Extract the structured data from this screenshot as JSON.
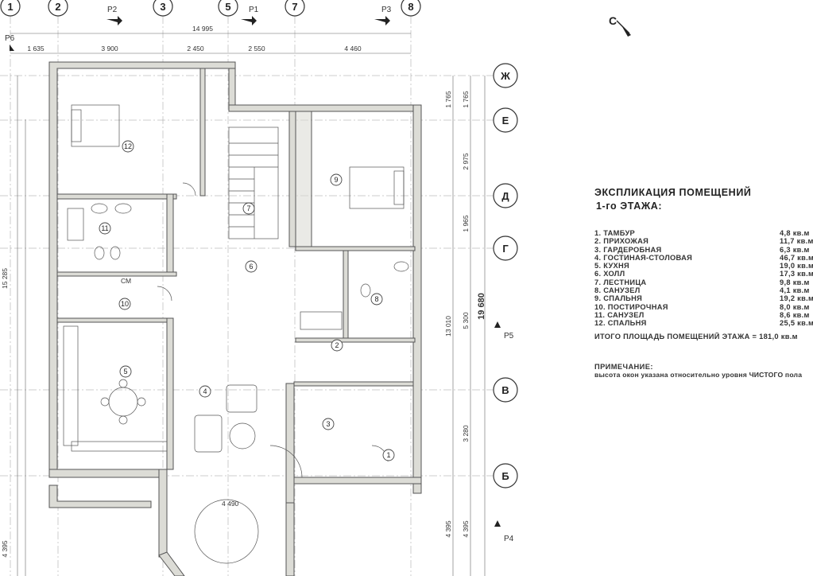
{
  "legend": {
    "title_line1": "ЭКСПЛИКАЦИЯ ПОМЕЩЕНИЙ",
    "title_line2": "1-го  ЭТАЖА:",
    "rooms": [
      {
        "label": "1. ТАМБУР",
        "area": "4,8 кв.м"
      },
      {
        "label": "2. ПРИХОЖАЯ",
        "area": "11,7 кв.м"
      },
      {
        "label": "3. ГАРДЕРОБНАЯ",
        "area": "6,3 кв.м"
      },
      {
        "label": "4. ГОСТИНАЯ-СТОЛОВАЯ",
        "area": "46,7 кв.м"
      },
      {
        "label": "5. КУХНЯ",
        "area": "19,0 кв.м"
      },
      {
        "label": "6. ХОЛЛ",
        "area": "17,3 кв.м"
      },
      {
        "label": "7. ЛЕСТНИЦА",
        "area": "9,8 кв.м"
      },
      {
        "label": "8. САНУЗЕЛ",
        "area": "4,1 кв.м"
      },
      {
        "label": "9. СПАЛЬНЯ",
        "area": "19,2 кв.м"
      },
      {
        "label": "10. ПОСТИРОЧНАЯ",
        "area": "8,0 кв.м"
      },
      {
        "label": "11. САНУЗЕЛ",
        "area": "8,6 кв.м"
      },
      {
        "label": "12. СПАЛЬНЯ",
        "area": "25,5 кв.м"
      }
    ],
    "total": "ИТОГО ПЛОЩАДЬ ПОМЕЩЕНИЙ ЭТАЖА = 181,0 кв.м",
    "note_title": "ПРИМЕЧАНИЕ:",
    "note_text": "высота окон указана относительно уровня ЧИСТОГО пола"
  },
  "north_label": "С",
  "axes_top": [
    "1",
    "2",
    "3",
    "5",
    "7",
    "8"
  ],
  "axes_right": [
    "Ж",
    "Е",
    "Д",
    "Г",
    "В",
    "Б"
  ],
  "sections": [
    "Р2",
    "Р1",
    "Р3",
    "Р6",
    "Р5",
    "Р4"
  ],
  "dims_top_overall": "14 995",
  "dims_top": [
    "1 635",
    "3 900",
    "2 450",
    "2 550",
    "4 460"
  ],
  "dims_right": [
    "1 765",
    "2 975",
    "1 965",
    "5 300",
    "3 280",
    "4 395"
  ],
  "dims_right_outer": [
    "1 765",
    "13 010",
    "4 395"
  ],
  "dim_overall_vertical": "19 680",
  "dims_left": [
    "15 285",
    "4 395"
  ],
  "dim_bottom": "4 490",
  "room_numbers": [
    "1",
    "2",
    "3",
    "4",
    "5",
    "6",
    "7",
    "8",
    "9",
    "10",
    "11",
    "12"
  ],
  "small_label_cm": "СМ"
}
